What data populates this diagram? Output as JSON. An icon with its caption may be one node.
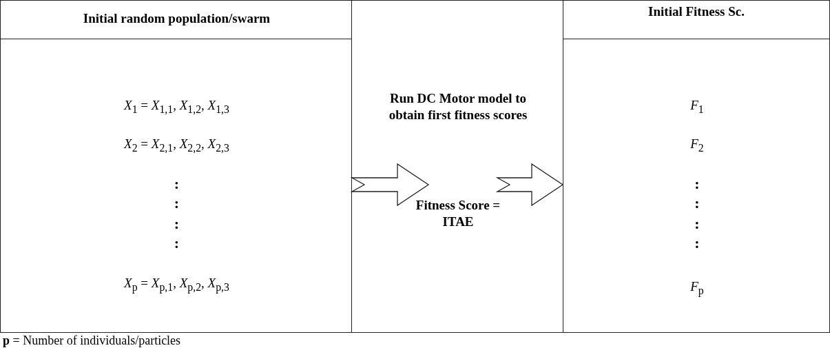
{
  "diagram": {
    "nodes": [
      {
        "text": [
          "Initial random population/swarm",
          "*X*$_{1}$ = *X*$_{1,1}$, *X*$_{1,2}$, *X*$_{1,3}$",
          "*X*$_{2}$ = *X*$_{2,1}$, *X*$_{2,2}$, *X*$_{2,3}$",
          ":",
          ":",
          ":",
          ":",
          "*X*$_{p}$ = *X*$_{p,1}$, *X*$_{p,2}$, *X*$_{p,3}$"
        ]
      },
      {
        "text": [
          "Run DC Motor model to obtain first fitness scores",
          "Fitness Score = ITAE"
        ]
      },
      {
        "text": [
          "Initial Fitness Sc.",
          "*F*$_{1}$",
          "*F*$_{2}$",
          ":",
          ":",
          ":",
          ":",
          "*F*$_{p}$"
        ]
      }
    ],
    "edges": [
      {
        "from": 0,
        "to": 1,
        "arrow": "to"
      },
      {
        "from": 1,
        "to": 2,
        "arrow": "to"
      }
    ],
    "labels": [
      "**p** = Number of individuals/particles"
    ]
  }
}
